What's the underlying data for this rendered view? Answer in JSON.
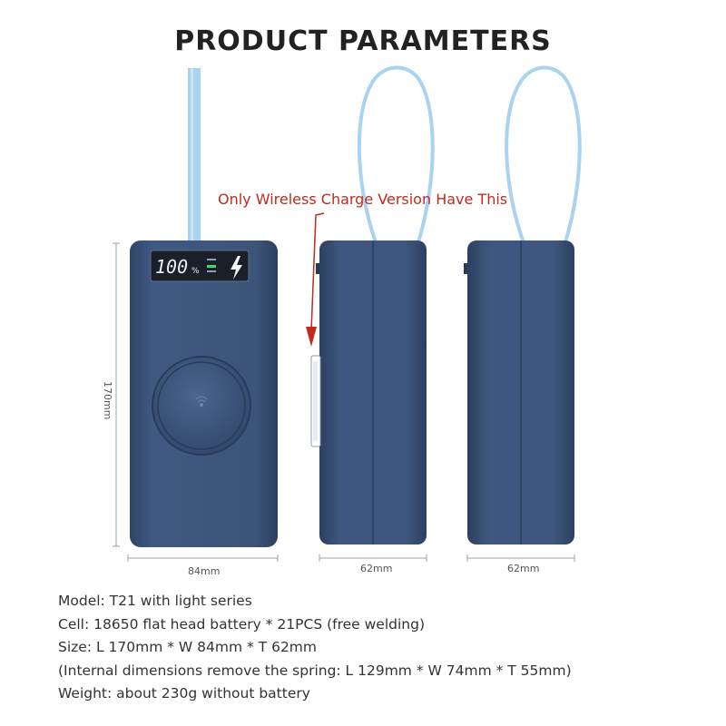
{
  "title": "PRODUCT PARAMETERS",
  "callout": "Only Wireless Charge Version Have This",
  "display": {
    "reading": "100",
    "unit": "%"
  },
  "dimensions": {
    "height": "170mm",
    "front_width": "84mm",
    "side_width": "62mm",
    "back_width": "62mm"
  },
  "specs": [
    "Model: T21 with light series",
    "Cell: 18650 flat head battery * 21PCS (free welding)",
    "Size: L 170mm * W 84mm * T 62mm",
    "(Internal dimensions remove the spring: L 129mm * W 74mm * T 55mm)",
    "Weight: about 230g without battery"
  ],
  "colors": {
    "body": "#3e5478",
    "body_dark": "#2e4262",
    "cable": "#a9d3ef",
    "accent_red": "#c22a1d",
    "display_bg": "#1a1f2a",
    "display_text": "#e8eef5",
    "display_green": "#3ddc6a"
  }
}
